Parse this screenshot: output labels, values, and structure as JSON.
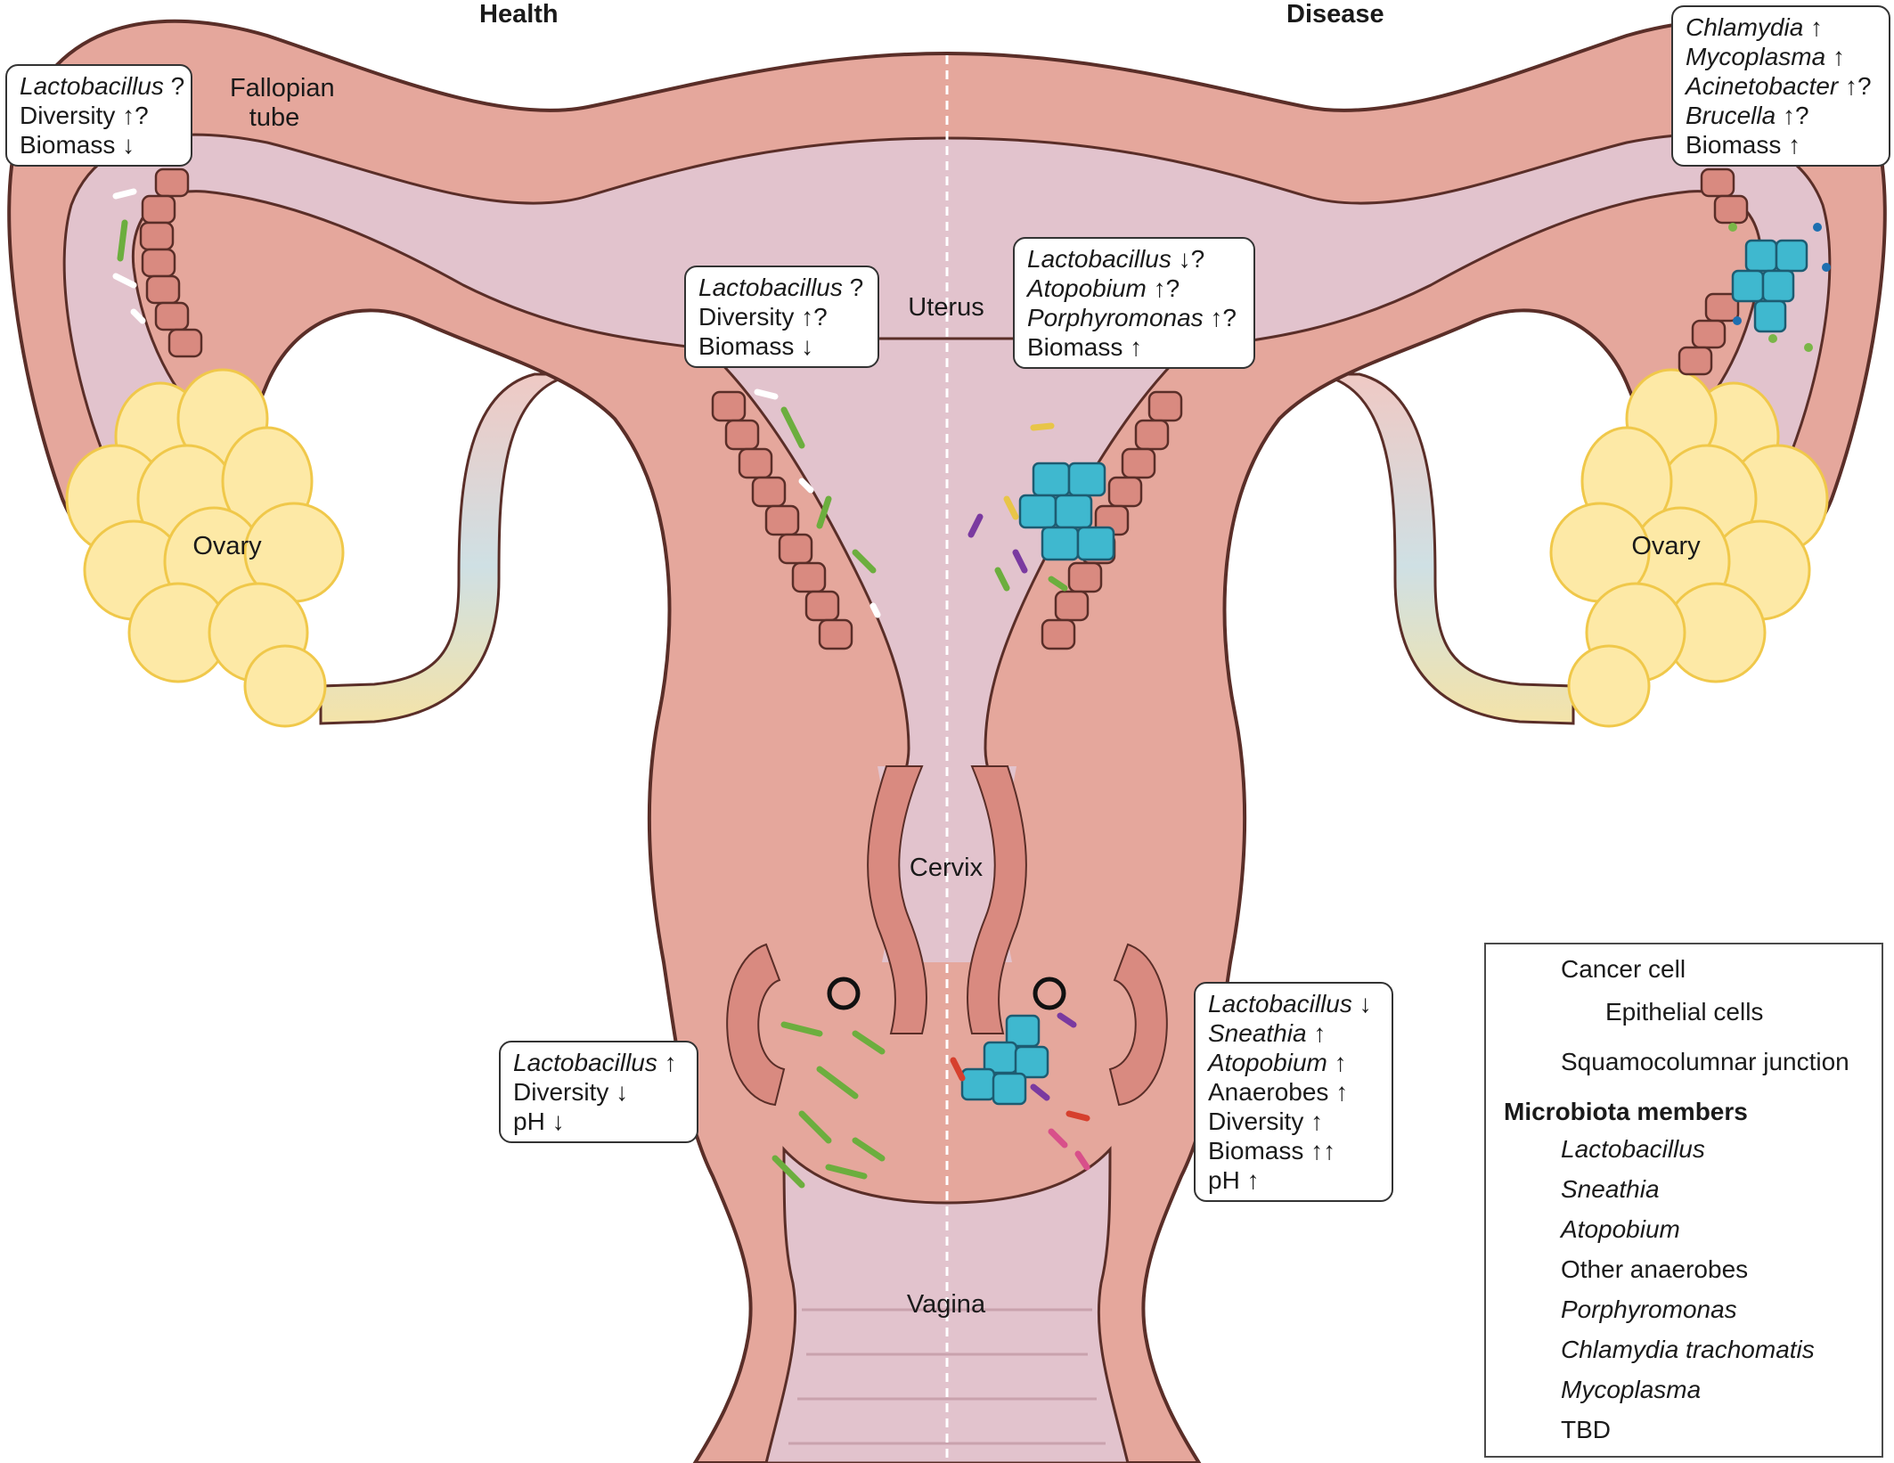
{
  "headings": {
    "health": "Health",
    "disease": "Disease"
  },
  "regions": {
    "fallopian_tube": [
      "Fallopian",
      "tube"
    ],
    "uterus": "Uterus",
    "ovary_left": "Ovary",
    "ovary_right": "Ovary",
    "cervix": "Cervix",
    "vagina": "Vagina"
  },
  "callouts": {
    "health_tube": [
      {
        "term": "Lactobacillus",
        "italic": true,
        "mark": "?"
      },
      {
        "term": "Diversity",
        "italic": false,
        "mark": "↑?"
      },
      {
        "term": "Biomass",
        "italic": false,
        "mark": "↓"
      }
    ],
    "health_uterus": [
      {
        "term": "Lactobacillus",
        "italic": true,
        "mark": "?"
      },
      {
        "term": "Diversity",
        "italic": false,
        "mark": "↑?"
      },
      {
        "term": "Biomass",
        "italic": false,
        "mark": "↓"
      }
    ],
    "health_vagina": [
      {
        "term": "Lactobacillus",
        "italic": true,
        "mark": "↑"
      },
      {
        "term": "Diversity",
        "italic": false,
        "mark": "↓"
      },
      {
        "term": "pH",
        "italic": false,
        "mark": "↓"
      }
    ],
    "disease_tube": [
      {
        "term": "Chlamydia",
        "italic": true,
        "mark": "↑"
      },
      {
        "term": "Mycoplasma",
        "italic": true,
        "mark": "↑"
      },
      {
        "term": "Acinetobacter",
        "italic": true,
        "mark": "↑?"
      },
      {
        "term": "Brucella",
        "italic": true,
        "mark": "↑?"
      },
      {
        "term": "Biomass",
        "italic": false,
        "mark": "↑"
      }
    ],
    "disease_uterus": [
      {
        "term": "Lactobacillus",
        "italic": true,
        "mark": "↓?"
      },
      {
        "term": "Atopobium",
        "italic": true,
        "mark": "↑?"
      },
      {
        "term": "Porphyromonas",
        "italic": true,
        "mark": "↑?"
      },
      {
        "term": "Biomass",
        "italic": false,
        "mark": "↑"
      }
    ],
    "disease_vagina": [
      {
        "term": "Lactobacillus",
        "italic": true,
        "mark": "↓"
      },
      {
        "term": "Sneathia",
        "italic": true,
        "mark": "↑"
      },
      {
        "term": "Atopobium",
        "italic": true,
        "mark": "↑"
      },
      {
        "term": "Anaerobes",
        "italic": false,
        "mark": "↑"
      },
      {
        "term": "Diversity",
        "italic": false,
        "mark": "↑"
      },
      {
        "term": "Biomass",
        "italic": false,
        "mark": "↑↑"
      },
      {
        "term": "pH",
        "italic": false,
        "mark": "↑"
      }
    ]
  },
  "legend": {
    "cancer_cell": "Cancer cell",
    "epithelial_cells": "Epithelial cells",
    "squamocolumnar_junction": "Squamocolumnar junction",
    "microbiota_title": "Microbiota members",
    "members": [
      {
        "label": "Lactobacillus",
        "italic": true,
        "color": "#6cae3e",
        "shape": "rod-long"
      },
      {
        "label": "Sneathia",
        "italic": true,
        "color": "#d6402e",
        "shape": "rod"
      },
      {
        "label": "Atopobium",
        "italic": true,
        "color": "#7a3aa0",
        "shape": "rod"
      },
      {
        "label": "Other anaerobes",
        "italic": false,
        "color": "#d8508a",
        "shape": "rod"
      },
      {
        "label": "Porphyromonas",
        "italic": true,
        "color": "#e8c548",
        "shape": "rod"
      },
      {
        "label": "Chlamydia trachomatis",
        "italic": true,
        "color": "#7ab648",
        "shape": "dot"
      },
      {
        "label": "Mycoplasma",
        "italic": true,
        "color": "#1d6fb0",
        "shape": "dot"
      },
      {
        "label": "TBD",
        "italic": false,
        "color": "#ffffff",
        "shape": "rod"
      }
    ]
  },
  "colors": {
    "uterus_outer": "#e5a79c",
    "uterus_lumen": "#e2c3cd",
    "tissue_stroke": "#5a2e28",
    "epithelial": "#d98a80",
    "cancer": "#3fb8cf",
    "ovary": "#fde9a6"
  }
}
